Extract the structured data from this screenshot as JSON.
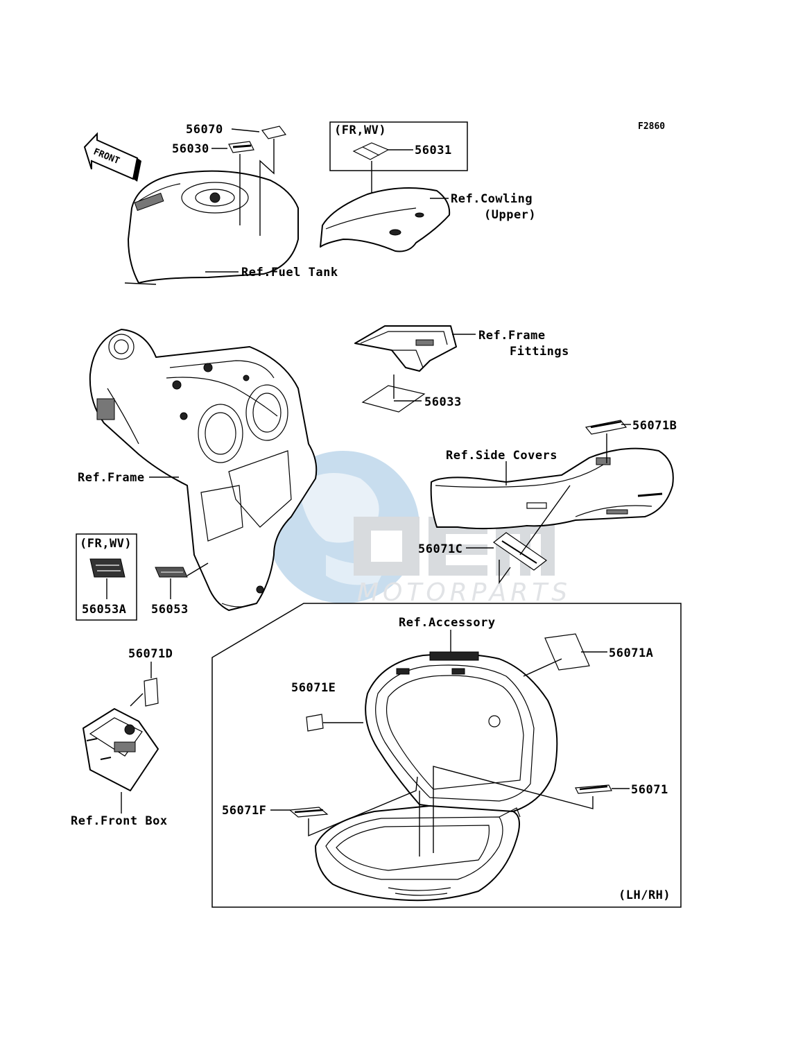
{
  "figure_code": "F2860",
  "watermark": {
    "brand": "OEM",
    "sub": "MOTORPARTS",
    "color": "#c9cdd2",
    "globe_color": "#4a8fc9"
  },
  "direction_arrow": {
    "text": "FRONT"
  },
  "region_notes": {
    "fr_wv_top": "(FR,WV)",
    "fr_wv_left": "(FR,WV)",
    "lh_rh": "(LH/RH)"
  },
  "part_numbers": {
    "p56070": "56070",
    "p56030": "56030",
    "p56031": "56031",
    "p56033": "56033",
    "p56071B": "56071B",
    "p56071C": "56071C",
    "p56053A": "56053A",
    "p56053": "56053",
    "p56071D": "56071D",
    "p56071A": "56071A",
    "p56071E": "56071E",
    "p56071": "56071",
    "p56071F": "56071F"
  },
  "references": {
    "cowling_line1": "Ref.Cowling",
    "cowling_line2": "(Upper)",
    "fuel_tank": "Ref.Fuel Tank",
    "frame_fittings_line1": "Ref.Frame",
    "frame_fittings_line2": "Fittings",
    "side_covers": "Ref.Side Covers",
    "frame": "Ref.Frame",
    "accessory": "Ref.Accessory",
    "front_box": "Ref.Front Box"
  }
}
